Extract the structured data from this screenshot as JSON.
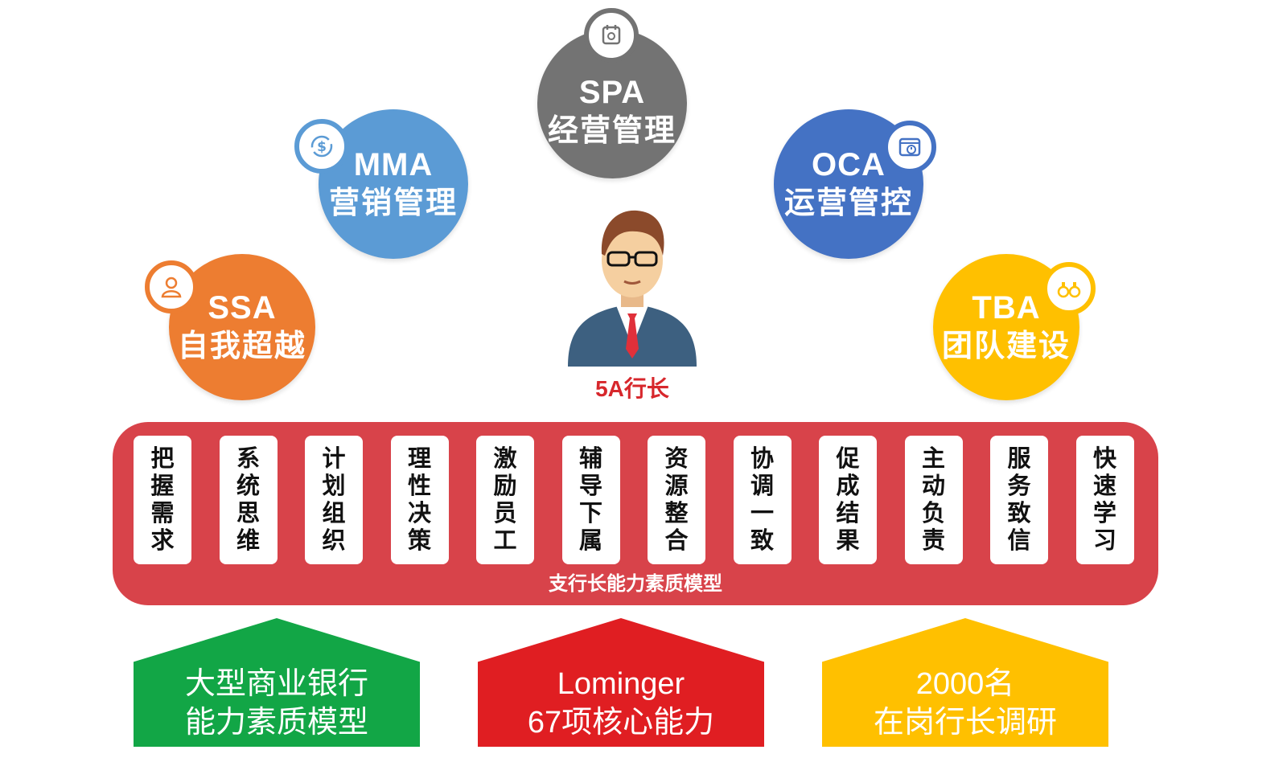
{
  "modules": [
    {
      "code": "SPA",
      "label": "经营管理",
      "color": "#737373",
      "icon": "clipboard-icon"
    },
    {
      "code": "MMA",
      "label": "营销管理",
      "color": "#5b9bd5",
      "icon": "dollar-cycle-icon"
    },
    {
      "code": "OCA",
      "label": "运营管控",
      "color": "#4472c4",
      "icon": "calendar-clock-icon"
    },
    {
      "code": "SSA",
      "label": "自我超越",
      "color": "#ed7d31",
      "icon": "person-icon"
    },
    {
      "code": "TBA",
      "label": "团队建设",
      "color": "#ffc000",
      "icon": "binoculars-icon"
    }
  ],
  "center": {
    "caption": "5A行长"
  },
  "band": {
    "title": "支行长能力素质模型",
    "color": "#d8434a",
    "cards": [
      "把握需求",
      "系统思维",
      "计划组织",
      "理性决策",
      "激励员工",
      "辅导下属",
      "资源整合",
      "协调一致",
      "促成结果",
      "主动负责",
      "服务致信",
      "快速学习"
    ]
  },
  "bases": [
    {
      "line1": "大型商业银行",
      "line2": "能力素质模型",
      "color": "#12a646"
    },
    {
      "line1": "Lominger",
      "line2": "67项核心能力",
      "color": "#e01e22"
    },
    {
      "line1": "2000名",
      "line2": "在岗行长调研",
      "color": "#ffc000"
    }
  ]
}
